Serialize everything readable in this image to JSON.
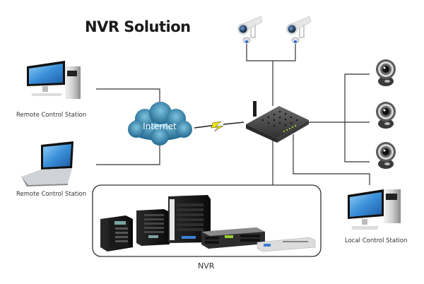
{
  "title": "NVR Solution",
  "nodes": {
    "remote_station_1": {
      "label": "Remote Control Station",
      "icon": "desktop-computer-icon"
    },
    "remote_station_2": {
      "label": "Remote Control Station",
      "icon": "laptop-icon"
    },
    "internet": {
      "label": "Internet",
      "icon": "cloud-icon"
    },
    "wireless_link": {
      "icon": "lightning-bolt-icon"
    },
    "router": {
      "icon": "router-icon"
    },
    "ip_cameras": [
      {
        "icon": "bullet-camera-icon"
      },
      {
        "icon": "bullet-camera-icon"
      }
    ],
    "webcams": [
      {
        "icon": "webcam-icon"
      },
      {
        "icon": "webcam-icon"
      },
      {
        "icon": "webcam-icon"
      }
    ],
    "local_station": {
      "label": "Local Control Station",
      "icon": "desktop-computer-icon"
    },
    "nvr": {
      "label": "NVR",
      "devices": [
        "tower-nvr-4bay",
        "tower-nvr-5bay",
        "tower-nvr-8bay",
        "rack-nvr-2u",
        "rack-nvr-1u"
      ]
    }
  },
  "colors": {
    "line": "#333333",
    "cloud": "#3c8fb4",
    "router": "#4a4a4a",
    "led": "#9acd32",
    "bolt": "#f2e600",
    "screen": "#3a8fd9"
  }
}
